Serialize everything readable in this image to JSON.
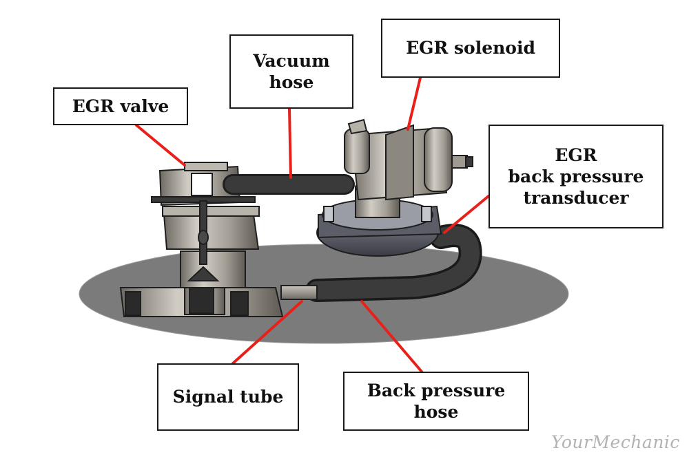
{
  "labels": {
    "vacuum_hose": [
      "Vacuum",
      "hose"
    ],
    "egr_solenoid": "EGR solenoid",
    "egr_valve": "EGR valve",
    "transducer": [
      "EGR",
      "back pressure",
      "transducer"
    ],
    "signal_tube": "Signal tube",
    "back_pressure_hose": [
      "Back pressure",
      "hose"
    ]
  },
  "watermark": "YourMechanic",
  "colors": {
    "leader_line": "#e8201a",
    "shadow": "#7a7a7a",
    "hose": "#2e2e2e",
    "metal": "#a09b92",
    "diaphragm": "#5a5c66"
  }
}
